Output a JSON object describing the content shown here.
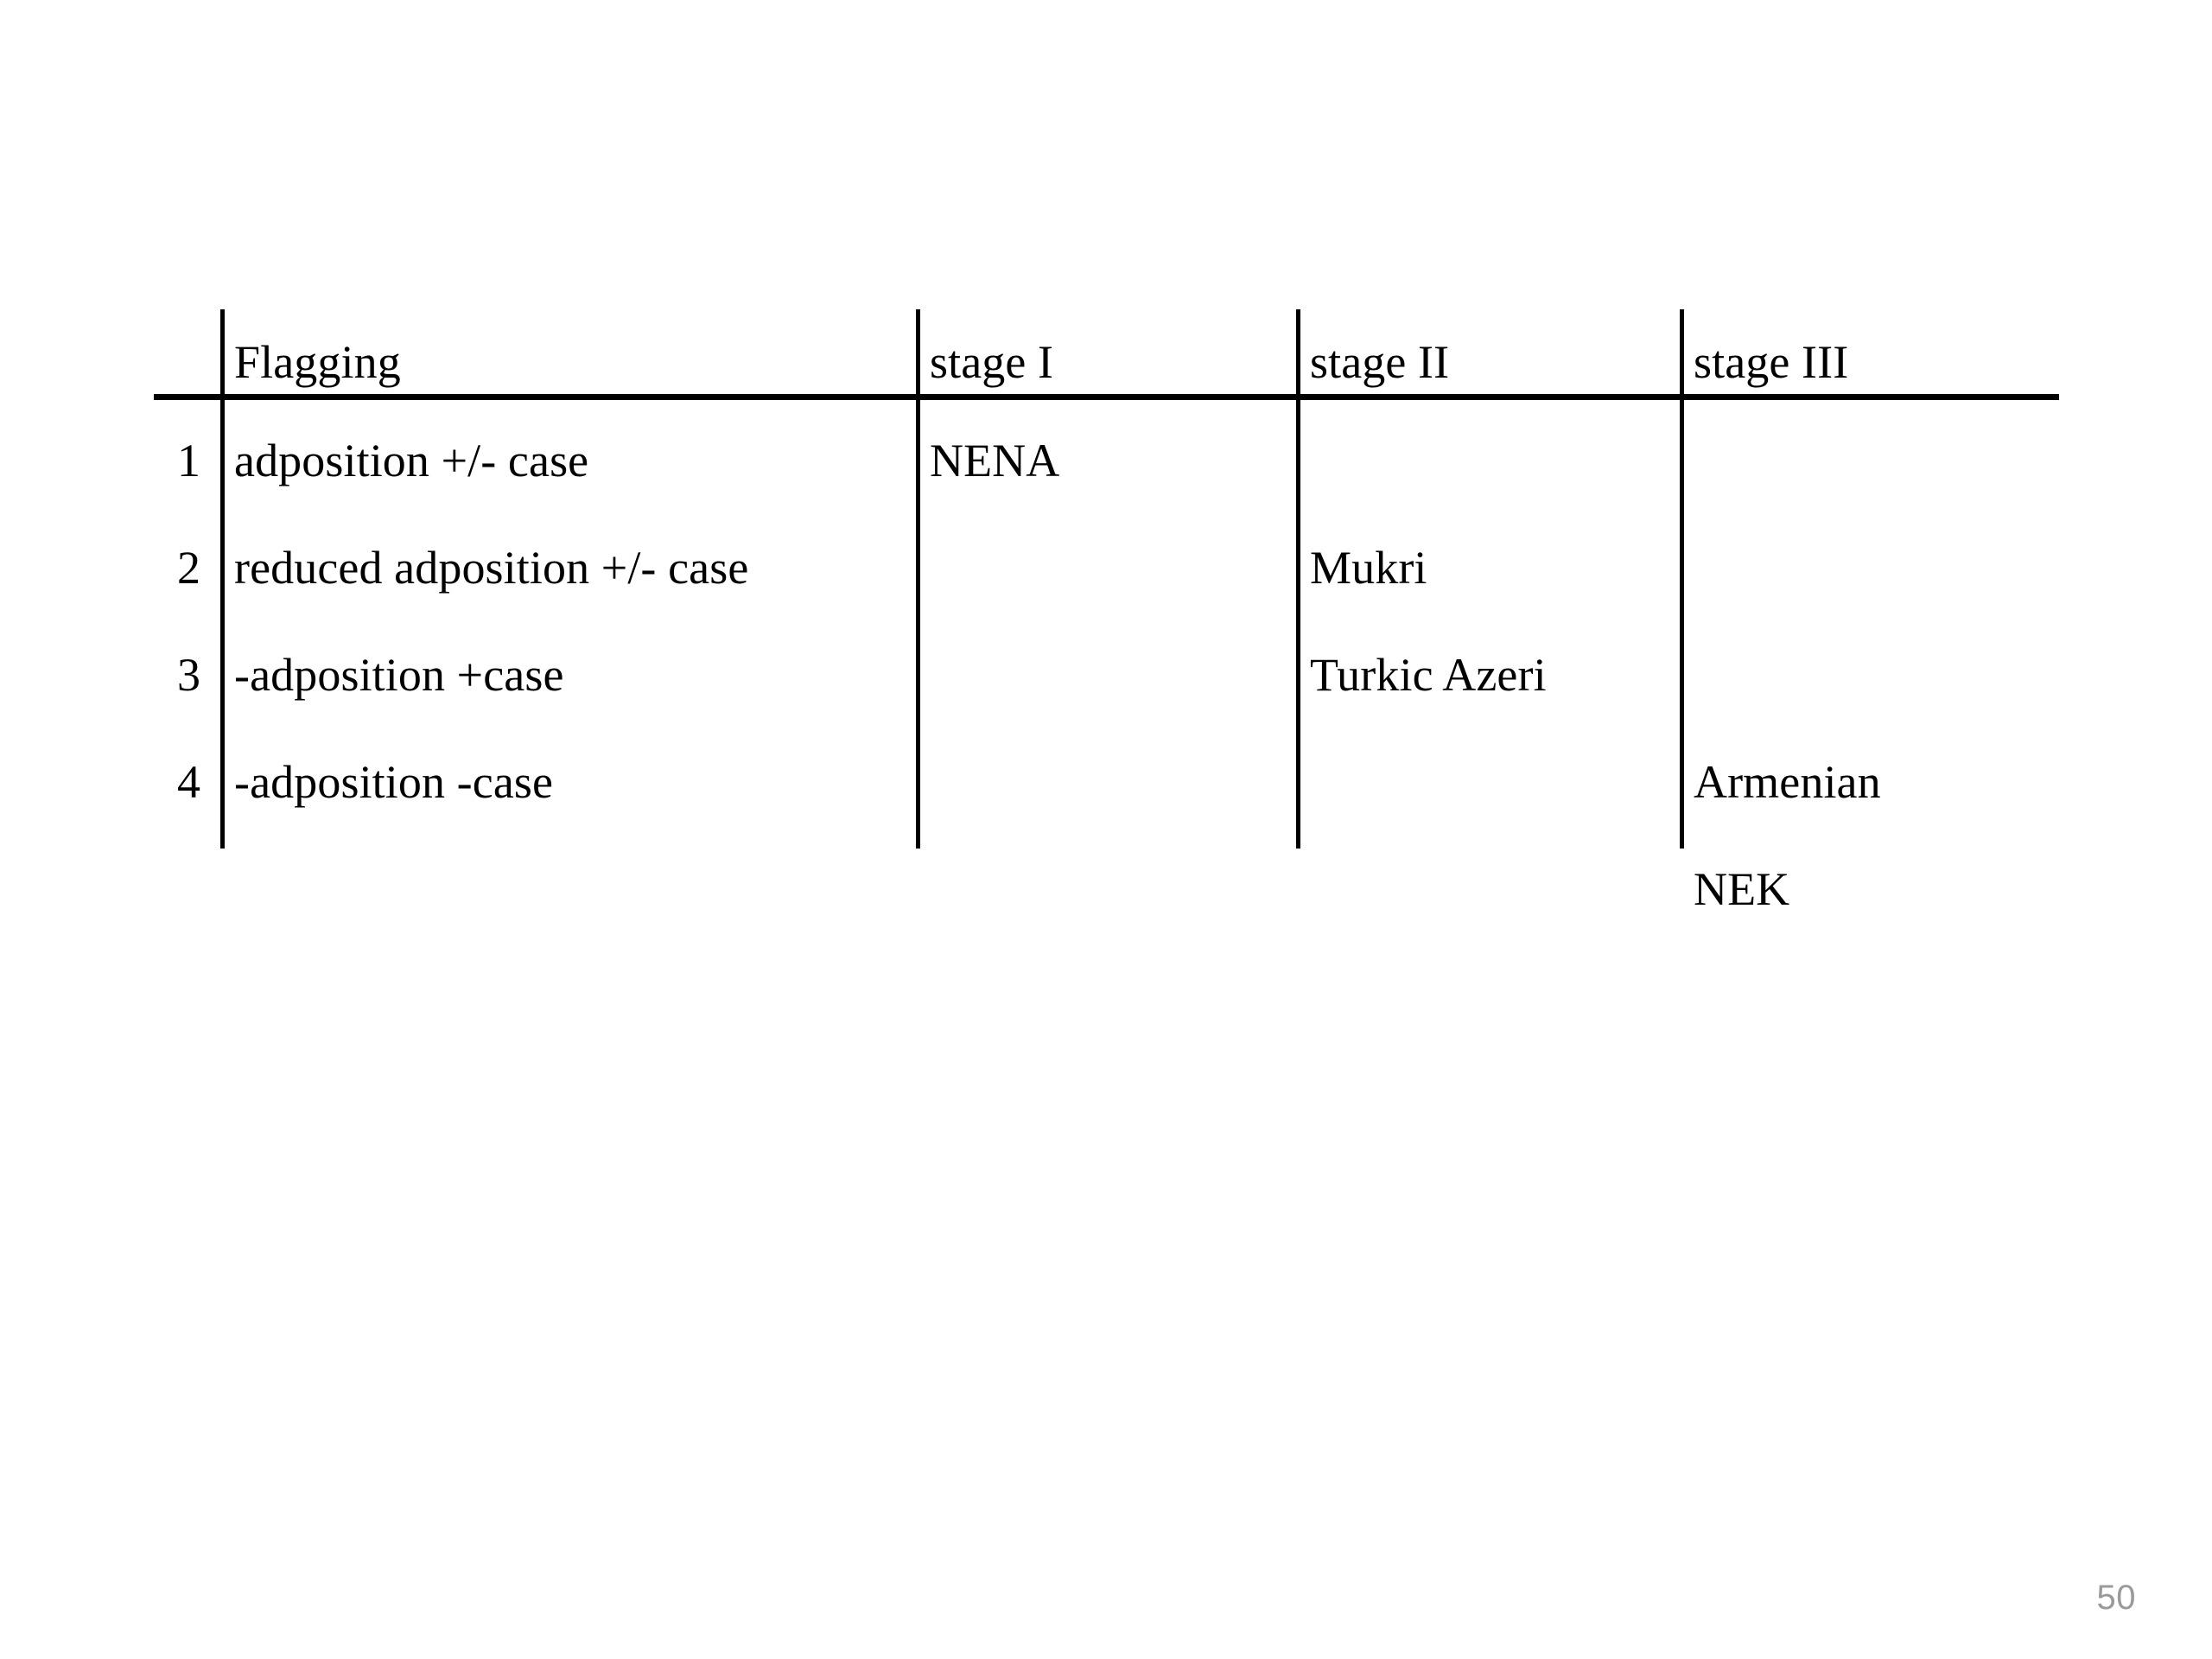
{
  "slide": {
    "page_number": "50",
    "background_color": "#ffffff",
    "rule_color": "#000000",
    "page_number_color": "#9a9a9a"
  },
  "table": {
    "headers": {
      "row_number": "",
      "flagging": "Flagging",
      "stage_1": "stage I",
      "stage_2": "stage II",
      "stage_3": "stage III"
    },
    "rows": [
      {
        "number": "1",
        "flagging": "adposition +/- case",
        "stage_1": "NENA",
        "stage_2": "",
        "stage_3": ""
      },
      {
        "number": "2",
        "flagging": "reduced adposition +/- case",
        "stage_1": "",
        "stage_2": "Mukri",
        "stage_3": ""
      },
      {
        "number": "3",
        "flagging": "-adposition +case",
        "stage_1": "",
        "stage_2": "Turkic Azeri",
        "stage_3": ""
      },
      {
        "number": "4",
        "flagging": "-adposition -case",
        "stage_1": "",
        "stage_2": "",
        "stage_3": "Armenian"
      },
      {
        "number": "",
        "flagging": "",
        "stage_1": "",
        "stage_2": "",
        "stage_3": "NEK"
      }
    ]
  }
}
